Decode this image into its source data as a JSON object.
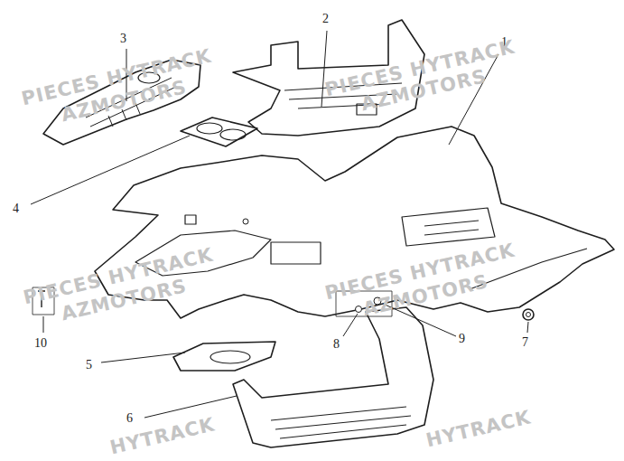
{
  "diagram": {
    "labels": [
      "1",
      "2",
      "3",
      "4",
      "5",
      "6",
      "7",
      "8",
      "9",
      "10",
      "PIECES HYTRACK",
      "AZMOTORS",
      "PIECES HYTRACK",
      "AZMOTORS",
      "PIECES HYTRACK",
      "AZMOTORS",
      "PIECES HYTRACK",
      "AZMOTORS",
      "HYTRACK",
      "HYTRACK"
    ]
  }
}
